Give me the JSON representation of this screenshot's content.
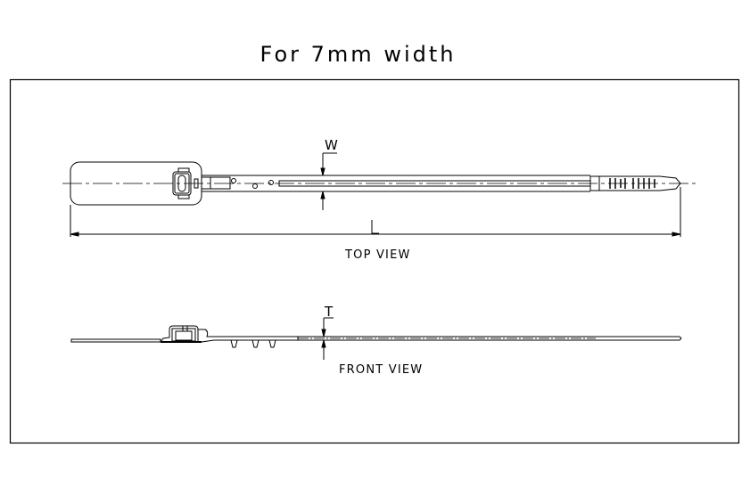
{
  "drawing": {
    "title": "For 7mm width",
    "views": [
      {
        "name": "top-view",
        "label": "TOP VIEW"
      },
      {
        "name": "front-view",
        "label": "FRONT VIEW"
      }
    ],
    "dimensions": {
      "width_label": "W",
      "length_label": "L",
      "thickness_label": "T"
    },
    "colors": {
      "line": "#000000",
      "background": "#ffffff"
    }
  }
}
